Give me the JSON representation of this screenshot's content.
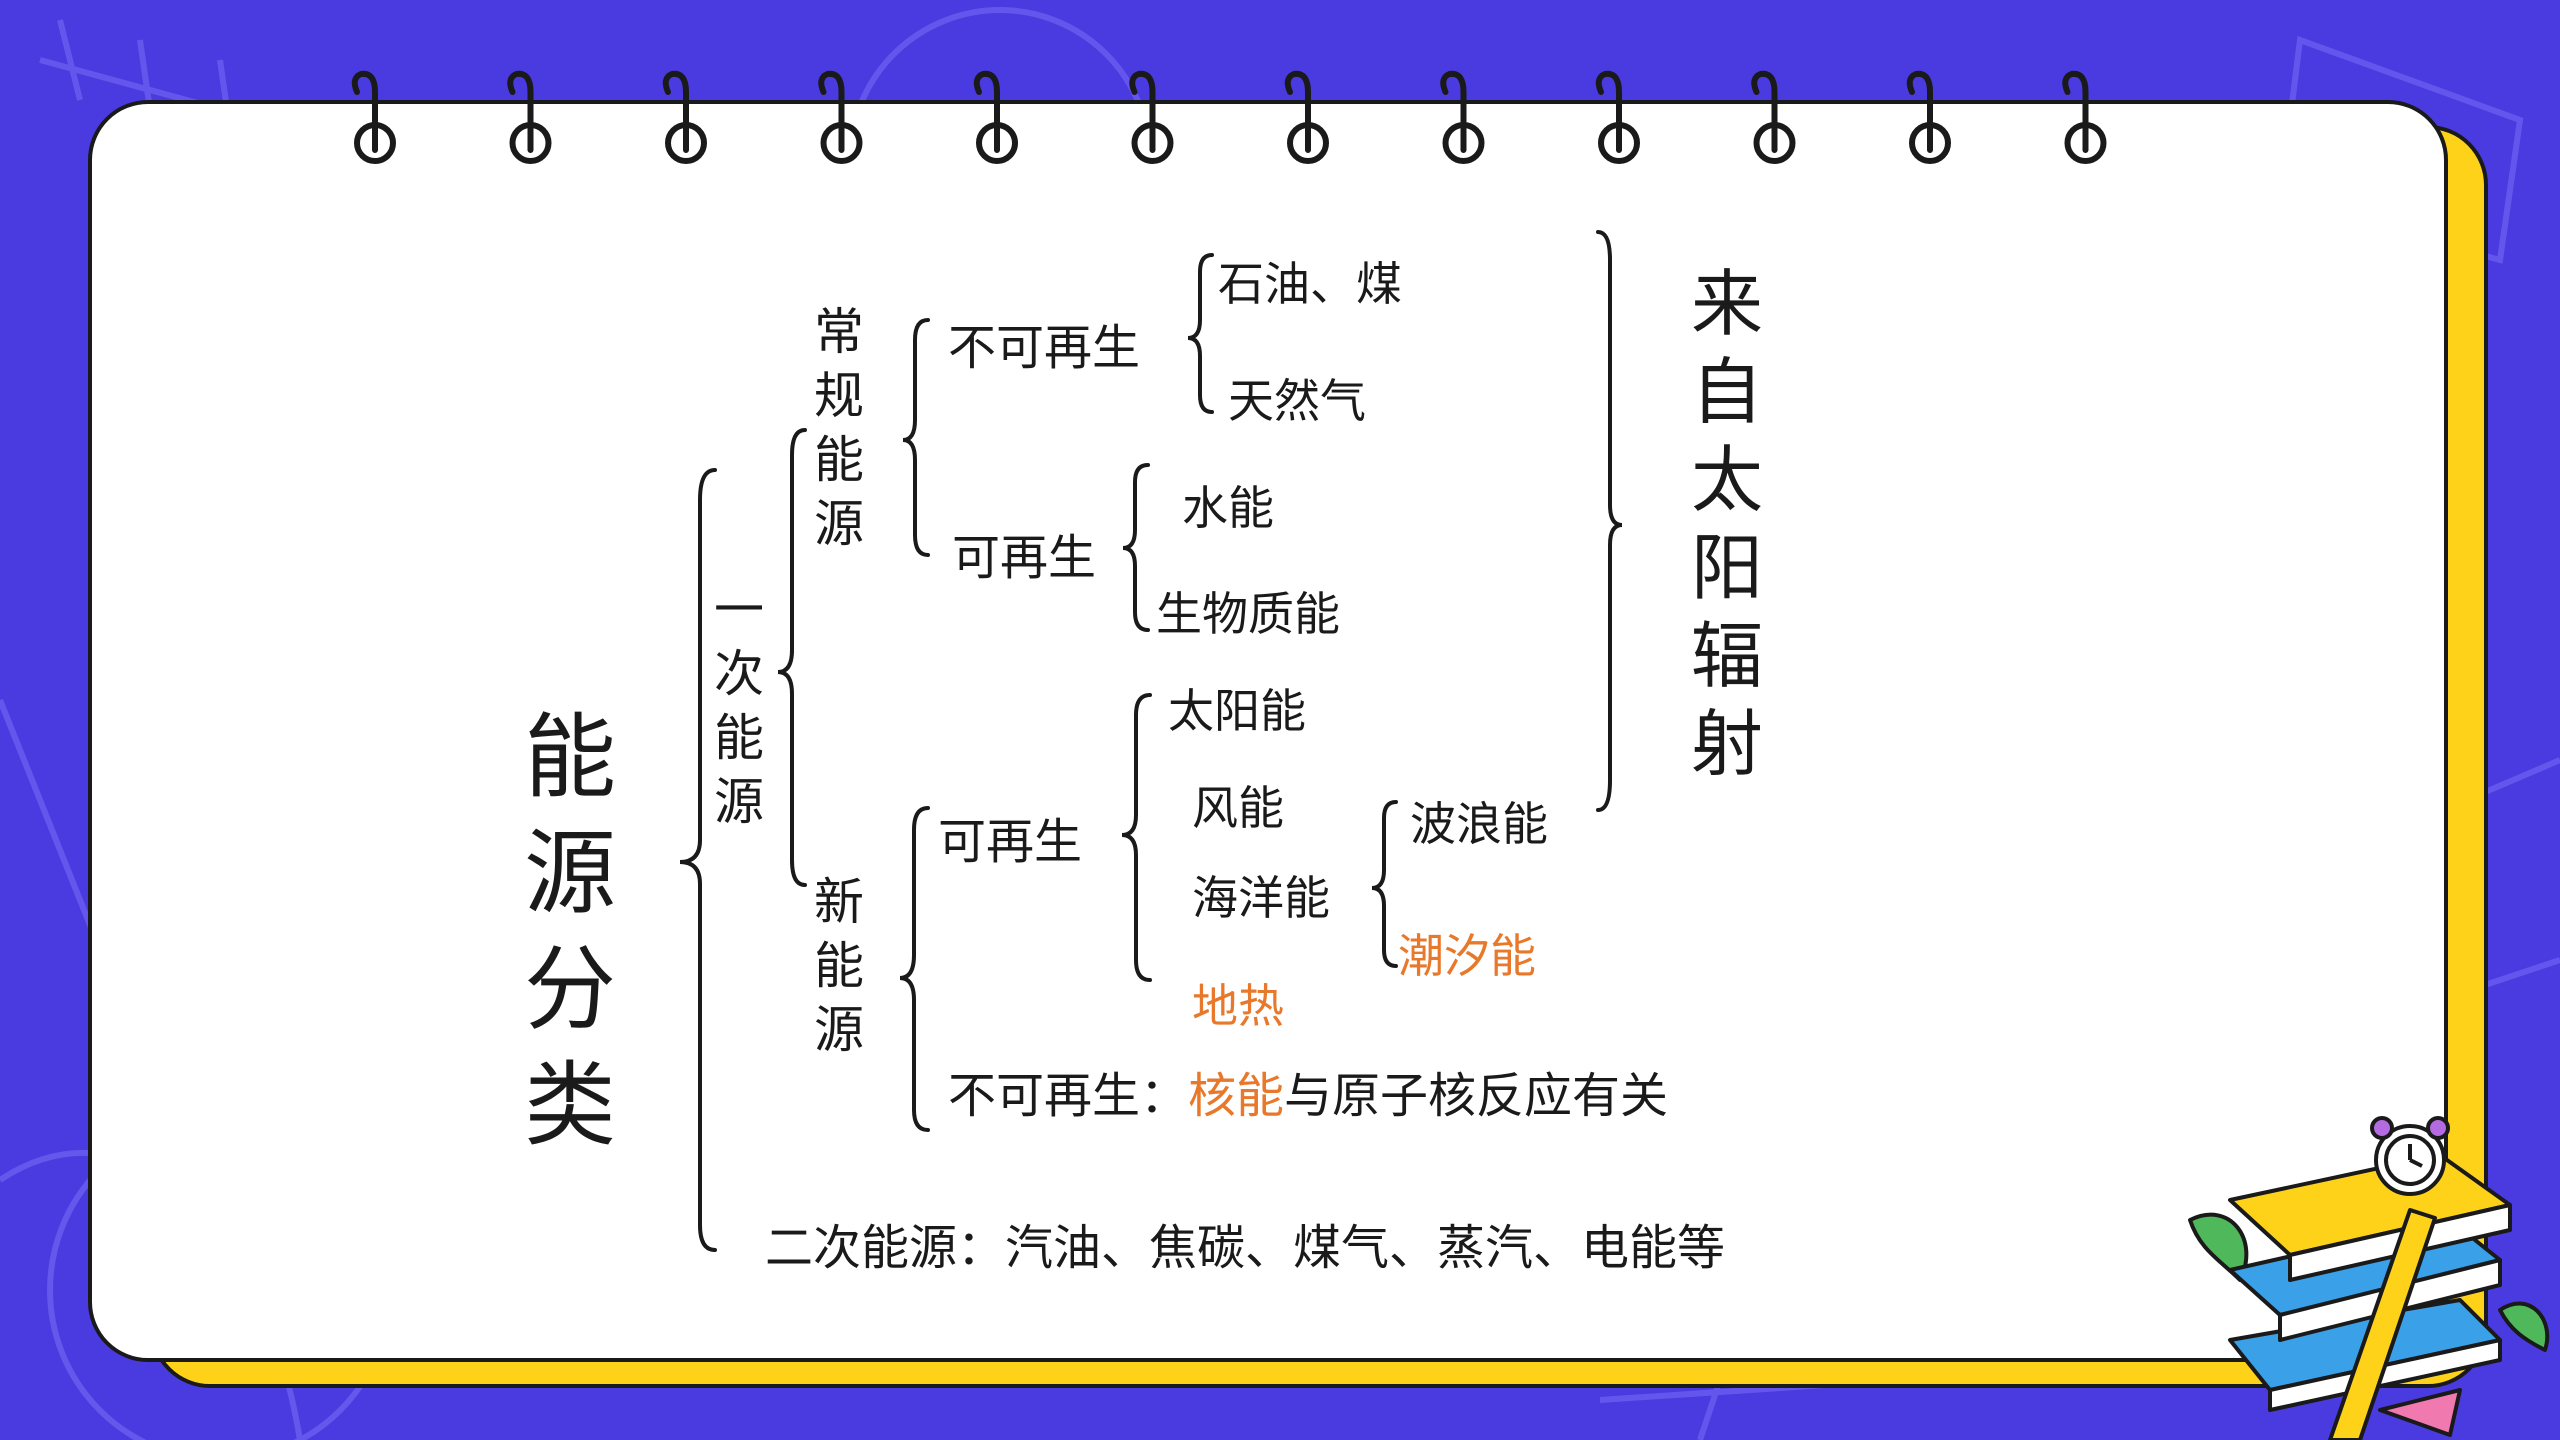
{
  "diagram": {
    "root": "能源分类",
    "primary": "一次能源",
    "conventional": "常规能源",
    "conventional_nonrenewable": "不可再生",
    "oil_coal": "石油、煤",
    "natural_gas": "天然气",
    "conventional_renewable": "可再生",
    "hydro": "水能",
    "biomass": "生物质能",
    "new_energy": "新能源",
    "new_renewable": "可再生",
    "solar": "太阳能",
    "wind": "风能",
    "ocean": "海洋能",
    "wave": "波浪能",
    "tidal": "潮汐能",
    "geothermal": "地热",
    "new_nonrenewable_prefix": "不可再生：",
    "nuclear": "核能",
    "nuclear_suffix": "与原子核反应有关",
    "secondary": "二次能源：汽油、焦碳、煤气、蒸汽、电能等",
    "solar_origin": "来自太阳辐射"
  },
  "colors": {
    "background": "#4a3be0",
    "card": "#ffffff",
    "card_shadow": "#ffd21a",
    "text": "#1a1a1a",
    "highlight": "#e8782a"
  },
  "icons": {
    "binder_rings": "notebook-ring-icon",
    "decoration": "books-clock-ruler-icon"
  }
}
